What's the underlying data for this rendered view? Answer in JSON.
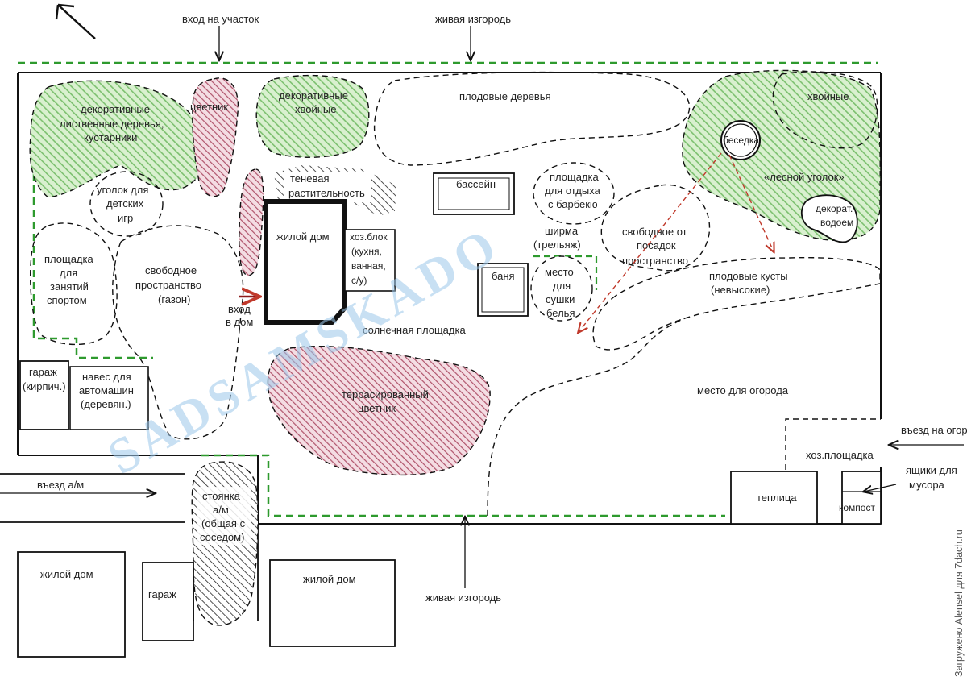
{
  "labels": {
    "entrance": "вход на участок",
    "hedge_top": "живая изгородь",
    "hedge_bottom": "живая изгородь",
    "deciduous_1": "декоративные",
    "deciduous_2": "лиственные деревья,",
    "deciduous_3": "кустарники",
    "flowerbed": "цветник",
    "conifer_1": "декоративные",
    "conifer_2": "хвойные",
    "fruit_trees": "плодовые деревья",
    "conifers": "хвойные",
    "gazebo": "беседка",
    "forest_corner": "«лесной уголок»",
    "pond_1": "декорат.",
    "pond_2": "водоем",
    "shade_1": "теневая",
    "shade_2": "растительность",
    "pool": "бассейн",
    "bbq_1": "площадка",
    "bbq_2": "для отдыха",
    "bbq_3": "с барбекю",
    "kids_1": "уголок для",
    "kids_2": "детских",
    "kids_3": "игр",
    "house": "жилой дом",
    "utility_1": "хоз.блок",
    "utility_2": "(кухня,",
    "utility_3": "ванная,",
    "utility_4": "с/у)",
    "screen_1": "ширма",
    "screen_2": "(трельяж)",
    "free_1": "свободное от",
    "free_2": "посадок",
    "free_3": "пространство",
    "sports_1": "площадка",
    "sports_2": "для",
    "sports_3": "занятий",
    "sports_4": "спортом",
    "lawn_1": "свободное",
    "lawn_2": "пространство",
    "lawn_3": "(газон)",
    "house_entry_1": "вход",
    "house_entry_2": "в дом",
    "bath": "баня",
    "laundry_1": "место",
    "laundry_2": "для",
    "laundry_3": "сушки",
    "laundry_4": "белья",
    "bushes_1": "плодовые кусты",
    "bushes_2": "(невысокие)",
    "sunny": "солнечная площадка",
    "garage_1": "гараж",
    "garage_2": "(кирпич.)",
    "carport_1": "навес для",
    "carport_2": "автомашин",
    "carport_3": "(деревян.)",
    "terrace_1": "террасированный",
    "terrace_2": "цветник",
    "vegetables": "место для огорода",
    "garden_entry": "въезд на огород",
    "yard": "хоз.площадка",
    "car_entry": "въезд а/м",
    "parking_1": "стоянка",
    "parking_2": "а/м",
    "parking_3": "(общая с",
    "parking_4": "соседом)",
    "greenhouse": "теплица",
    "bins_1": "ящики для",
    "bins_2": "мусора",
    "compost": "компост",
    "nb_house_left": "жилой дом",
    "nb_garage": "гараж",
    "nb_house_mid": "жилой дом",
    "watermark": "SADSAMSKADO",
    "credit": "Загружено Alensel для 7dach.ru"
  },
  "colors": {
    "green": "#8fcf8a",
    "red": "#c06b80",
    "hedge": "#2e9a2e",
    "line": "#111111"
  }
}
